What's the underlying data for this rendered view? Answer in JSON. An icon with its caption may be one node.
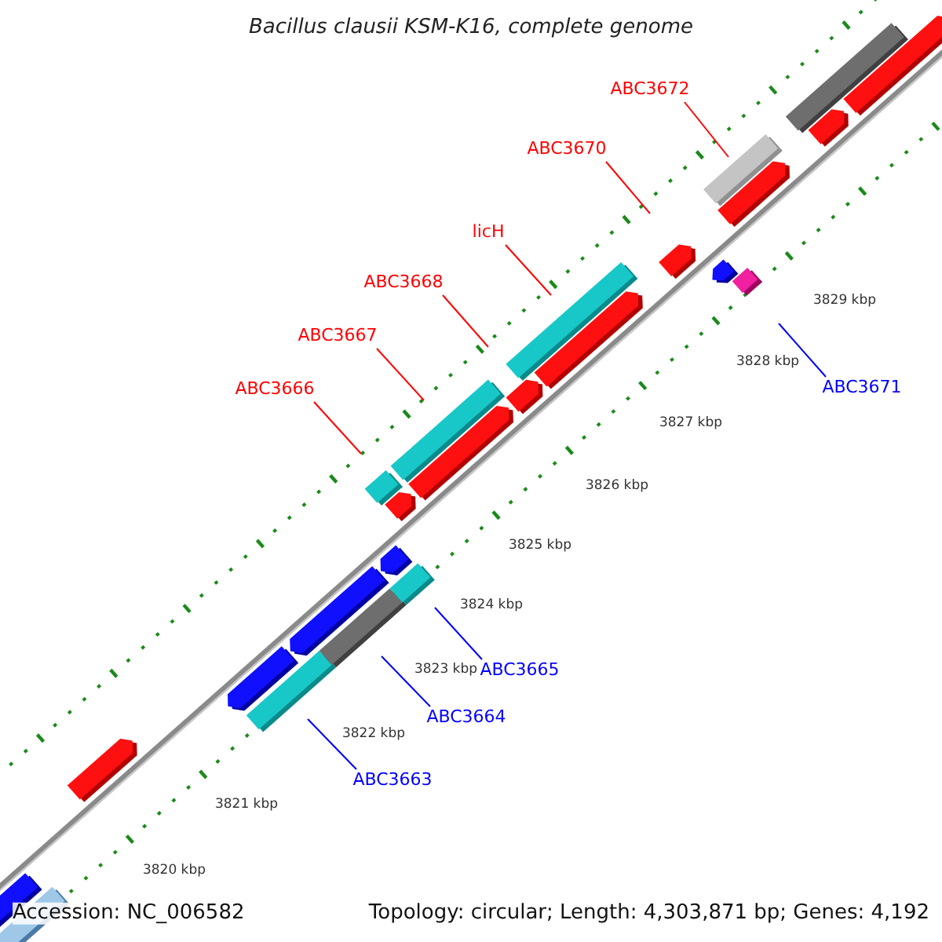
{
  "diagram": {
    "title": "Bacillus clausii KSM-K16, complete genome",
    "nodes": [
      {
        "text": [
          "ABC3672"
        ]
      },
      {
        "text": [
          "ABC3670"
        ]
      },
      {
        "text": [
          "licH"
        ]
      },
      {
        "text": [
          "ABC3668"
        ]
      },
      {
        "text": [
          "ABC3667"
        ]
      },
      {
        "text": [
          "ABC3671"
        ]
      },
      {
        "text": [
          "ABC3666"
        ]
      },
      {
        "text": [
          "ABC3665"
        ]
      },
      {
        "text": [
          "ABC3664"
        ]
      },
      {
        "text": [
          "ABC3663"
        ]
      }
    ],
    "edges": [
      {
        "from": 0,
        "to": null,
        "arrow": "none"
      },
      {
        "from": 1,
        "to": null,
        "arrow": "none"
      },
      {
        "from": 2,
        "to": null,
        "arrow": "none"
      },
      {
        "from": 3,
        "to": null,
        "arrow": "none"
      },
      {
        "from": 4,
        "to": null,
        "arrow": "none"
      },
      {
        "from": 5,
        "to": null,
        "arrow": "none",
        "color": "#0000ff"
      },
      {
        "from": 6,
        "to": null,
        "arrow": "none"
      },
      {
        "from": 7,
        "to": null,
        "arrow": "none",
        "color": "#0000ff"
      },
      {
        "from": 8,
        "to": null,
        "arrow": "none",
        "color": "#0000ff"
      },
      {
        "from": 9,
        "to": null,
        "arrow": "none",
        "color": "#0000ff"
      }
    ],
    "labels": [
      "3829 kbp",
      "3828 kbp",
      "3827 kbp",
      "3826 kbp",
      "3825 kbp",
      "3824 kbp",
      "3823 kbp",
      "3822 kbp",
      "3821 kbp",
      "3820 kbp",
      "Accession: NC_006582",
      "Topology: circular; Length: 4,303,871 bp; Genes: 4,192"
    ]
  }
}
